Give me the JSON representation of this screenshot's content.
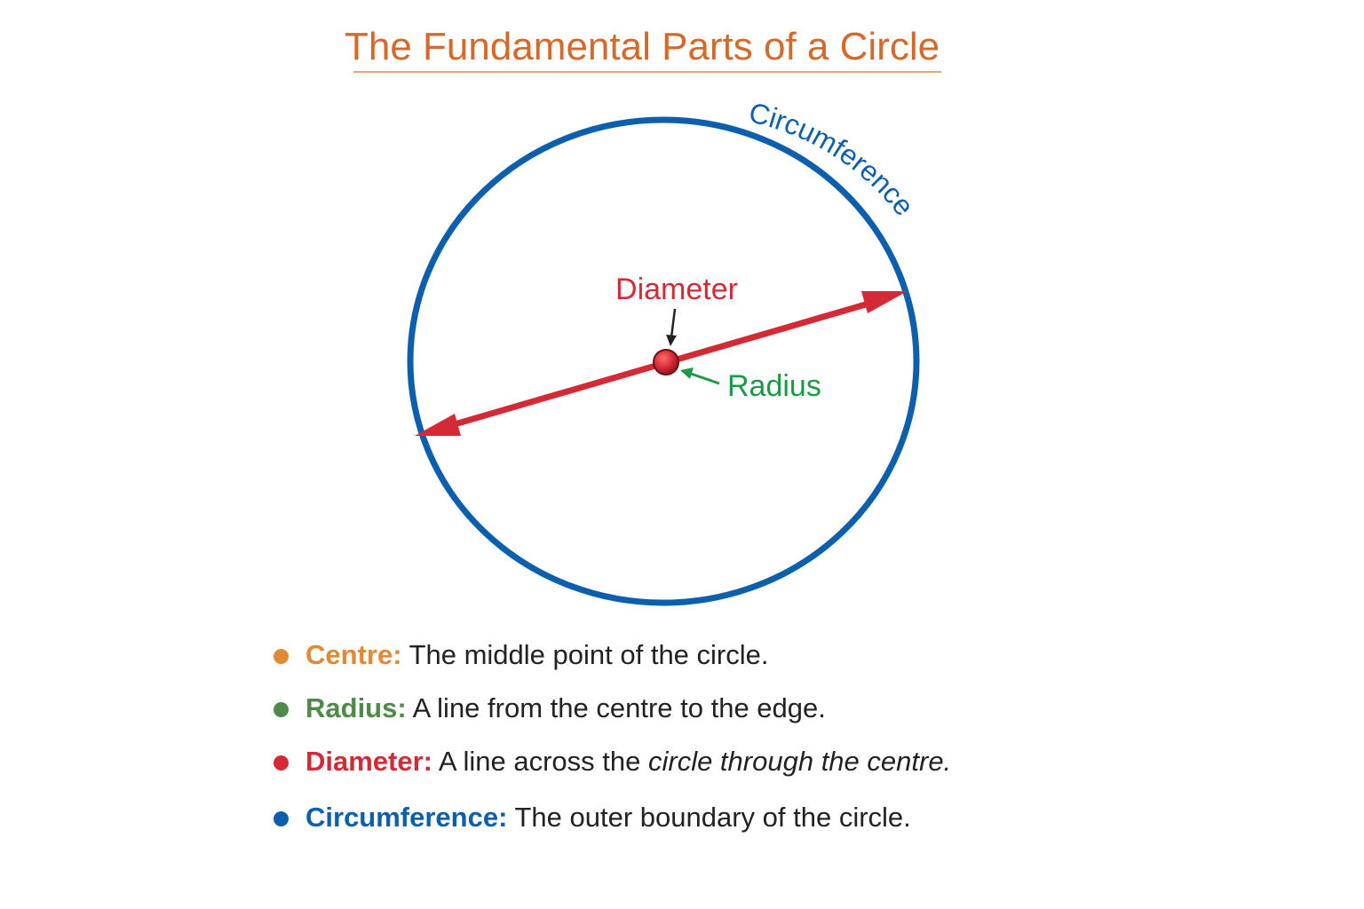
{
  "title": "The Fundamental Parts of a Circle",
  "colors": {
    "title": "#d4692c",
    "title_rule": "#e9a57a",
    "circle": "#0b5fad",
    "diameter": "#d42a36",
    "radius": "#1a9a45",
    "centre_pointer": "#222222",
    "legend_text": "#222222"
  },
  "diagram": {
    "circumference_label": "Circumference",
    "diameter_label": "Diameter",
    "radius_label": "Radius"
  },
  "legend": {
    "items": [
      {
        "term": "Centre:",
        "description": " The middle point of the circle.",
        "description_italic": "",
        "color": "#e08a36",
        "bullet_icon": "dot-icon"
      },
      {
        "term": "Radius:",
        "description": " A line from the centre to the edge.",
        "description_italic": "",
        "color": "#4f8a4a",
        "bullet_icon": "dot-icon"
      },
      {
        "term": "Diameter:",
        "description": " A line across the ",
        "description_italic": "circle through the centre.",
        "color": "#d42a36",
        "bullet_icon": "dot-icon"
      },
      {
        "term": "Circumference:",
        "description": " The outer boundary of the circle.",
        "description_italic": "",
        "color": "#0b5fad",
        "bullet_icon": "dot-icon"
      }
    ]
  }
}
